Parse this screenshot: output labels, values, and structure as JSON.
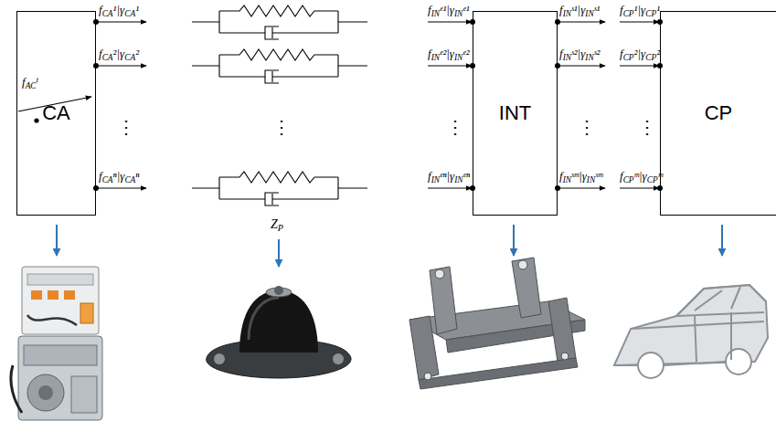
{
  "diagram": {
    "nodes": [
      {
        "text": [
          "CA"
        ]
      },
      {
        "text": [
          "INT"
        ]
      },
      {
        "text": [
          "CP"
        ]
      }
    ],
    "labels": [
      "fACⁱ",
      "fCA¹|γCA¹",
      "fCA²|γCA²",
      "⋮",
      "fCAⁿ|γCAⁿ",
      "⋮",
      "ZP",
      "fINᵉ¹|γINᵉ¹",
      "fINᵉ²|γINᵉ²",
      "⋮",
      "fINᵉⁿ|γINᵉⁿ",
      "fINˢ¹|γINˢ¹",
      "fINˢ²|γINˢ²",
      "⋮",
      "fINˢᵐ|γINˢᵐ",
      "fCP¹|γCP¹",
      "fCP²|γCP²",
      "⋮",
      "fCPᵐ|γCPᵐ"
    ]
  }
}
